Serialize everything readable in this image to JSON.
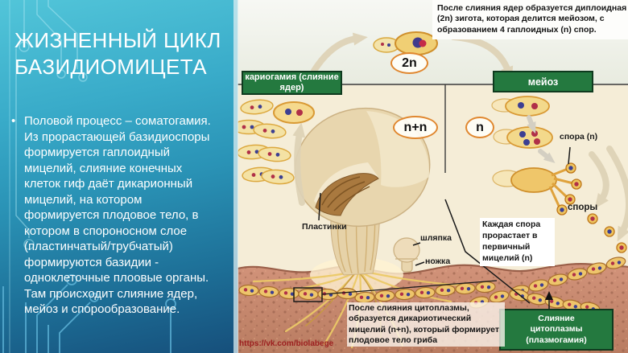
{
  "slide": {
    "title": "ЖИЗНЕННЫЙ ЦИКЛ БАЗИДИОМИЦЕТА",
    "bullet_marker": "•",
    "bullet_text": "Половой процесс – соматогамия. Из прорастающей базидиоспоры формируется гаплоидный мицелий, слияние конечных клеток гиф даёт дикарионный мицелий, на котором формируется плодовое тело, в котором в спороносном слое (пластинчатый/трубчатый) формируются базидии - одноклеточные плоовые органы. Там происходит слияние ядер, мейоз и спорообразование."
  },
  "diagram": {
    "top_note": "После слияния ядер образуется диплоидная (2n) зигота, которая делится мейозом, с образованием 4 гаплоидных (n) спор.",
    "stage_boxes": {
      "karyogamy": "кариогамия (слияние ядер)",
      "meiosis": "мейоз",
      "plasmogamy": "Слияние цитоплазмы (плазмогамия)"
    },
    "ploidy": {
      "diploid": "2n",
      "dikaryon": "n+n",
      "haploid": "n"
    },
    "labels": {
      "spore_n": "спора (n)",
      "spores": "споры",
      "gills": "Пластинки",
      "cap": "шляпка",
      "stalk": "ножка"
    },
    "germination_note": "Каждая спора прорастает в первичный мицелий (n)",
    "bottom_note": "После слияния цитоплазмы, образуется дикариотический мицелий (n+n), который формирует плодовое тело гриба",
    "source_url": "https://vk.com/biolabege"
  },
  "colors": {
    "panel_teal_top": "#52c5d9",
    "panel_teal_bottom": "#164f7b",
    "circuit_line": "#aee8f4",
    "stage_box_green": "#24793f",
    "ploidy_ring_orange": "#e0872f",
    "cream_background": "#f5edd7",
    "soil_brown": "#c98a6e",
    "cell_yellow": "#f3df9f",
    "nucleus_red": "#b03048",
    "nucleus_blue": "#3c3f92",
    "url_red": "#9c1f1f"
  }
}
